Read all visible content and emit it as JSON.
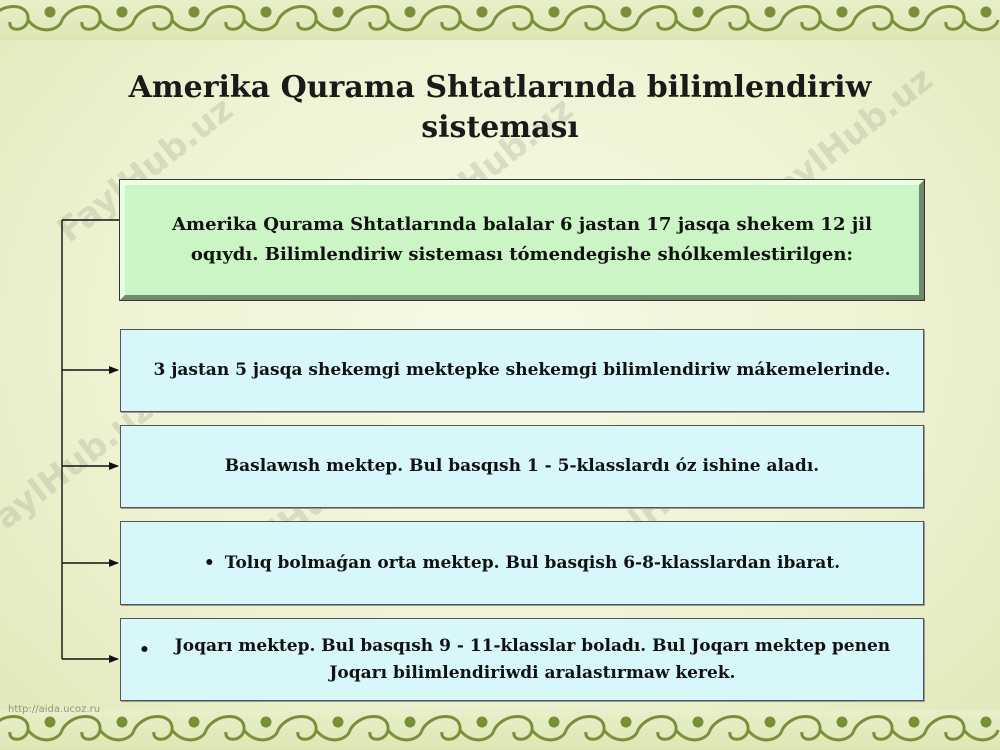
{
  "slide": {
    "title": "Amerika Qurama Shtatlarında bilimlendiriw sisteması",
    "intro": "Amerika Qurama Shtatlarında balalar 6 jastan 17 jasqa shekem 12 jil oqıydı. Bilimlendiriw sisteması tómendegishe shólkemlestirilgen:",
    "items": [
      {
        "text": "3 jastan 5 jasqa shekemgi mektepke shekemgi bilimlendiriw mákemelerinde.",
        "bullet": ""
      },
      {
        "text": "Baslawısh mektep. Bul basqısh 1 - 5-klasslardı óz ishine aladı.",
        "bullet": ""
      },
      {
        "text": "Tolıq bolmaǵan orta mektep. Bul basqish 6-8-klasslardan ibarat.",
        "bullet": "•"
      },
      {
        "text": "Joqarı mektep. Bul basqısh 9 - 11-klasslar boladı. Bul Joqarı mektep penen Joqarı bilimlendiriwdi aralastırmaw kerek.",
        "bullet": "•"
      }
    ]
  },
  "watermark": {
    "text": "FaylHub.uz",
    "url": "http://aida.ucoz.ru"
  },
  "colors": {
    "main_box": "#cbf5c4",
    "item_box": "#d7f7fb",
    "background": "#eef3d2",
    "ornament": "#7a8f3a"
  }
}
